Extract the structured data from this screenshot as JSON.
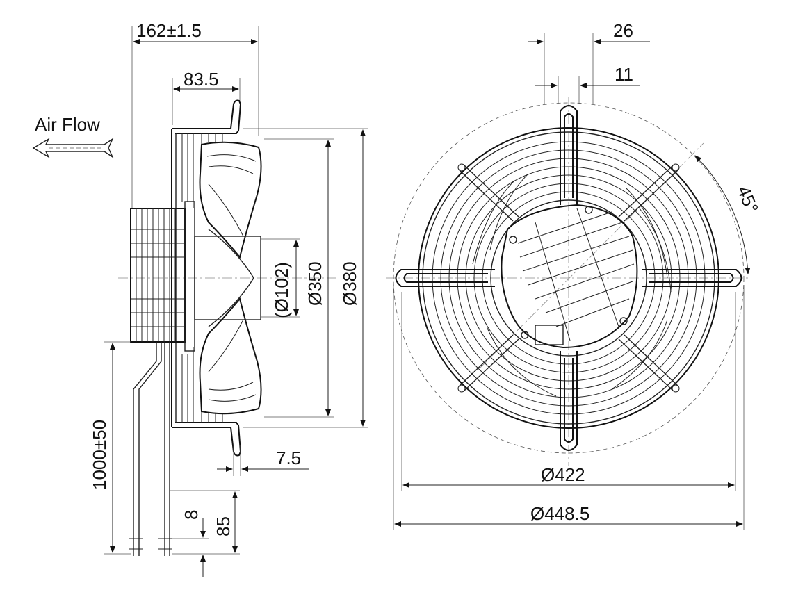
{
  "airflow": {
    "label": "Air Flow"
  },
  "side_view": {
    "overall_depth": "162±1.5",
    "motor_offset": "83.5",
    "hub_diameter": "(Ø102)",
    "blade_diameter": "Ø350",
    "guard_diameter": "Ø380",
    "flange_thickness": "7.5",
    "cable_length": "1000±50",
    "wire_strip": "8",
    "wire_insulation": "85"
  },
  "front_view": {
    "slot_width": "26",
    "slot_inner": "11",
    "angle": "45°",
    "bolt_circle": "Ø422",
    "outer_diameter": "Ø448.5"
  }
}
